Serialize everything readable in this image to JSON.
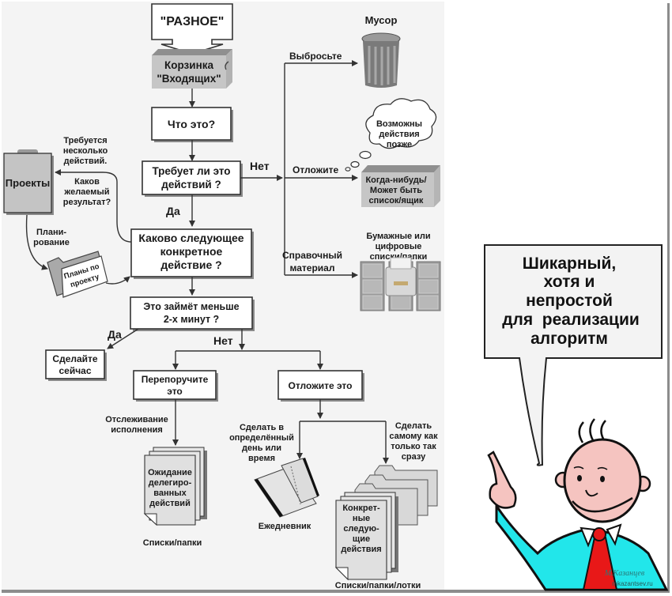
{
  "diagram": {
    "title_box": "\"РАЗНОЕ\"",
    "inbox": [
      "Корзинка",
      "\"Входящих\""
    ],
    "what_is_it": "Что это?",
    "requires_action": [
      "Требует ли это",
      "действий ?"
    ],
    "next_action": [
      "Каково следующее",
      "конкретное",
      "действие ?"
    ],
    "two_minutes": [
      "Это займёт меньше",
      "2-х минут ?"
    ],
    "do_it_now": [
      "Сделайте",
      "сейчас"
    ],
    "delegate": [
      "Перепоручите",
      "это"
    ],
    "defer": "Отложите это",
    "labels": {
      "no_1": "Нет",
      "yes_1": "Да",
      "yes_2": "Да",
      "no_2": "Нет",
      "throw_away": "Выбросьте",
      "postpone": "Отложите",
      "reference": [
        "Справочный",
        "материал"
      ],
      "multi_step": [
        "Требуется",
        "несколько",
        "действий."
      ],
      "desired_outcome": [
        "Каков",
        "желаемый",
        "результат?"
      ],
      "planning": [
        "Плани-",
        "рование"
      ],
      "tracking": [
        "Отслеживание",
        "исполнения"
      ],
      "specific_day": [
        "Сделать в",
        "определённый",
        "день или",
        "время"
      ],
      "asap": [
        "Сделать",
        "самому как",
        "только так",
        "сразу"
      ]
    },
    "trash": "Мусор",
    "someday_thought": [
      "Возможны",
      "действия",
      "позже"
    ],
    "someday_box": [
      "Когда-нибудь/",
      "Может быть",
      "список/ящик"
    ],
    "reference_storage": [
      "Бумажные или",
      "цифровые",
      "списки/папки"
    ],
    "projects": "Проекты",
    "project_plans": [
      "Планы по",
      "проекту"
    ],
    "waiting_for": [
      "Ожидание",
      "делегиро-",
      "ванных",
      "действий"
    ],
    "waiting_caption": "Списки/папки",
    "calendar_caption": "Ежедневник",
    "next_actions": [
      "Конкрет-",
      "ные",
      "следую-",
      "щие",
      "действия"
    ],
    "next_actions_caption": "Списки/папки/лотки"
  },
  "speech_bubble": [
    "Шикарный,",
    "хотя и",
    "непростой",
    "для  реализации",
    "алгоритм"
  ],
  "signature": [
    "М.Казанцев",
    "mkazantsev.ru"
  ],
  "colors": {
    "panel_bg": "#f4f4f4",
    "box_fill": "#ffffff",
    "gray_fill": "#c8c8c8",
    "shirt": "#22e6ea",
    "tie": "#e81818",
    "skin": "#f5c4c0"
  }
}
